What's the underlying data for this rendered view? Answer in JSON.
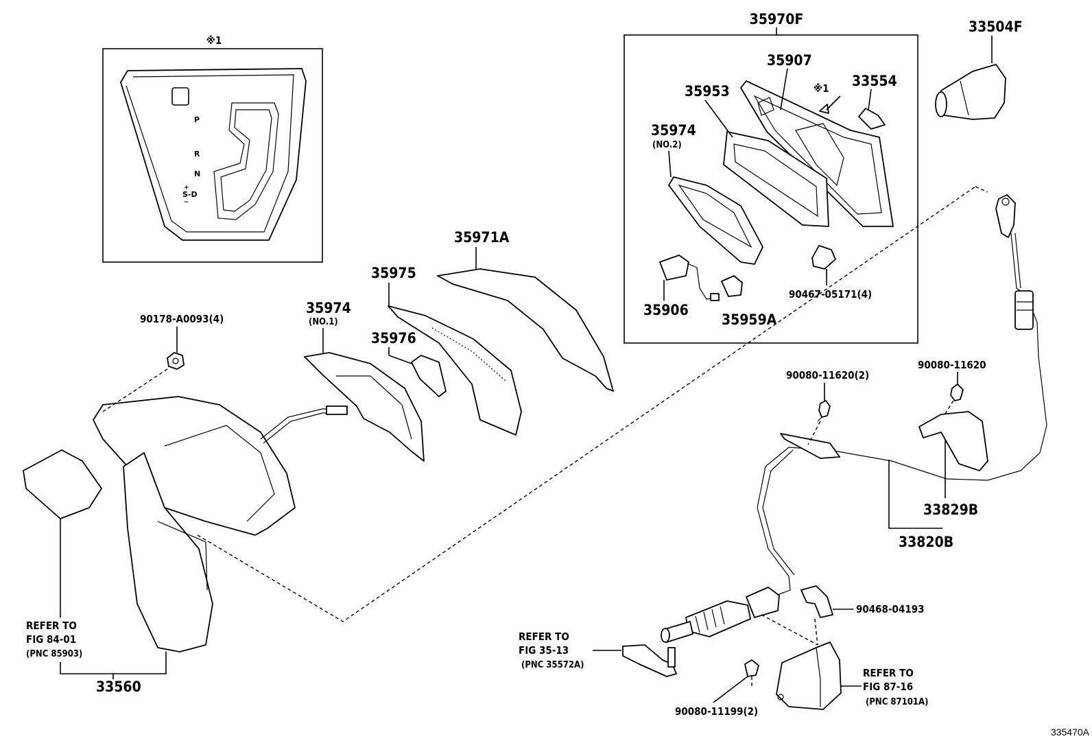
{
  "diagram": {
    "drawing_number": "335470A",
    "inset_note": "※1",
    "gear_positions": [
      "P",
      "R",
      "N",
      "+",
      "S-D",
      "−"
    ],
    "labels": {
      "assembly_35970F": "35970F",
      "knob_33504F": "33504F",
      "p35907": "35907",
      "note_ref1": "※1",
      "p33554": "33554",
      "p35953": "35953",
      "p35974_no2": "35974",
      "p35974_no2_sub": "(NO.2)",
      "p35906": "35906",
      "p35959A": "35959A",
      "p90467": "90467-05171(4)",
      "p35971A": "35971A",
      "p35975": "35975",
      "p35976": "35976",
      "p35974_no1": "35974",
      "p35974_no1_sub": "(NO.1)",
      "p90178": "90178-A0093(4)",
      "p90080_2": "90080-11620(2)",
      "p90080_1": "90080-11620",
      "p33829B": "33829B",
      "p33820B": "33820B",
      "p90468": "90468-04193",
      "p33560": "33560",
      "p90080_11199": "90080-11199(2)"
    },
    "refer_left": {
      "line1": "REFER TO",
      "line2": "FIG 84-01",
      "line3": "(PNC 85903)"
    },
    "refer_mid": {
      "line1": "REFER TO",
      "line2": "FIG 35-13",
      "line3": "(PNC 35572A)"
    },
    "refer_right": {
      "line1": "REFER TO",
      "line2": "FIG 87-16",
      "line3": "(PNC 87101A)"
    }
  }
}
